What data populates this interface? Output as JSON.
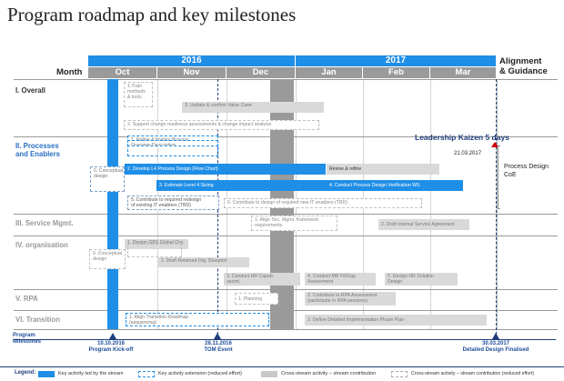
{
  "title": "Program roadmap and key milestones",
  "header": {
    "month_label": "Month",
    "alignment_label": "Alignment\n& Guidance",
    "years": [
      "2016",
      "2017"
    ],
    "months": [
      "Oct",
      "Nov",
      "Dec",
      "Jan",
      "Feb",
      "Mar"
    ]
  },
  "rows": [
    {
      "label": "I. Overall"
    },
    {
      "label": "II. Processes\nand Enablers"
    },
    {
      "label": "III. Service Mgmt."
    },
    {
      "label": "IV. organisation"
    },
    {
      "label": "V. RPA"
    },
    {
      "label": "VI. Transition"
    }
  ],
  "activities": {
    "train": "1.Train\nmethods\n& tools",
    "update_value_case": "3. Update & confirm Value Case",
    "support_change": "2. Support change readiness assessments & change impact analysis",
    "refine_process": "1. Refine & finalize Process\nOverview Description",
    "conceptual_design_pe": "0. Conceptual\ndesign",
    "develop_l4": "2. Develop L4 Process Design (Flow Chart)",
    "revise_refine": "Revise & refine",
    "estimate_l4": "3. Estimate Level 4 Sizing",
    "conduct_verification": "4. Conduct Process Design Verification WS",
    "contribute_redesign": "5. Contribute to required redesign\nof existing IT enablers (TBD)",
    "contribute_it": "6. Contribute to design of required new IT enablers (TBD)",
    "align_svc": "1. Align Svc. Mgmt. framework\nrequirements",
    "draft_sla": "2. Draft internal Service Agreement",
    "conceptual_design_org": "0. Conceptual\ndesign",
    "design_gbs": "1. Design GBS Global Org.",
    "draft_retained": "2. Draft Retained Org. Blueprint",
    "conduct_hr_capab": "3. Conduct HR Capab.\nassmt.",
    "conduct_mr_fit": "4. Conduct MR Fit/Gap\nAssessment",
    "design_hr": "5. Design HR Solution\nDesign",
    "rpa_planning": "1. Planning",
    "rpa_contribute": "2. Contribute to RPA Assessment\n(participate in RPA sessions)",
    "align_transition": "1. Align Transition Roadmap\n(sequencing)",
    "define_implementation": "2. Define Detailed Implementation Phase Plan"
  },
  "kaizen": "Leadership Kaizen 5 days",
  "kaizen_date": "21.03.2017",
  "process_design_coe": "Process Design\nCoE",
  "milestones_label": "Program\nMilestones",
  "milestones": [
    {
      "date": "10.10.2016",
      "label": "Program Kick-off"
    },
    {
      "date": "28.11.2016",
      "label": "TOM Event"
    },
    {
      "date": "30.03.2017",
      "label": "Detailed Design Finalised"
    }
  ],
  "legend": {
    "title": "Legend:",
    "items": [
      "Key activity led by the stream",
      "Key activity extension (reduced effort)",
      "Cross-stream activity – stream contribution",
      "Cross-stream activity – stream contribution (reduced effort)"
    ]
  },
  "colors": {
    "blue": "#1f8ee6",
    "grey": "#9a9a9a",
    "light_grey": "#d9d9d9",
    "navy": "#1e3d7a"
  }
}
